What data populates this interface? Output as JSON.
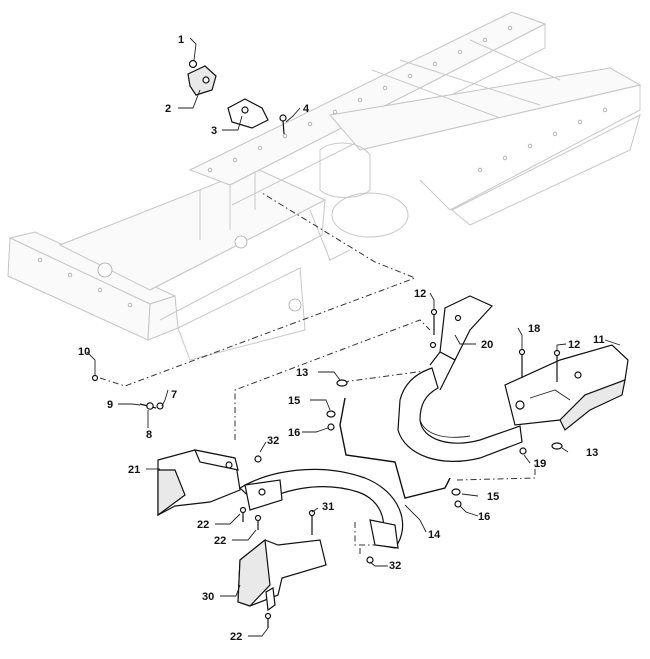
{
  "callouts": [
    {
      "id": "c1",
      "label": "1"
    },
    {
      "id": "c2",
      "label": "2"
    },
    {
      "id": "c3",
      "label": "3"
    },
    {
      "id": "c4",
      "label": "4"
    },
    {
      "id": "c7",
      "label": "7"
    },
    {
      "id": "c8",
      "label": "8"
    },
    {
      "id": "c9",
      "label": "9"
    },
    {
      "id": "c10",
      "label": "10"
    },
    {
      "id": "c11",
      "label": "11"
    },
    {
      "id": "c12a",
      "label": "12"
    },
    {
      "id": "c12b",
      "label": "12"
    },
    {
      "id": "c13a",
      "label": "13"
    },
    {
      "id": "c13b",
      "label": "13"
    },
    {
      "id": "c14",
      "label": "14"
    },
    {
      "id": "c15a",
      "label": "15"
    },
    {
      "id": "c15b",
      "label": "15"
    },
    {
      "id": "c16a",
      "label": "16"
    },
    {
      "id": "c16b",
      "label": "16"
    },
    {
      "id": "c18",
      "label": "18"
    },
    {
      "id": "c19",
      "label": "19"
    },
    {
      "id": "c20",
      "label": "20"
    },
    {
      "id": "c21",
      "label": "21"
    },
    {
      "id": "c22a",
      "label": "22"
    },
    {
      "id": "c22b",
      "label": "22"
    },
    {
      "id": "c22c",
      "label": "22"
    },
    {
      "id": "c30",
      "label": "30"
    },
    {
      "id": "c31",
      "label": "31"
    },
    {
      "id": "c32a",
      "label": "32"
    },
    {
      "id": "c32b",
      "label": "32"
    }
  ]
}
